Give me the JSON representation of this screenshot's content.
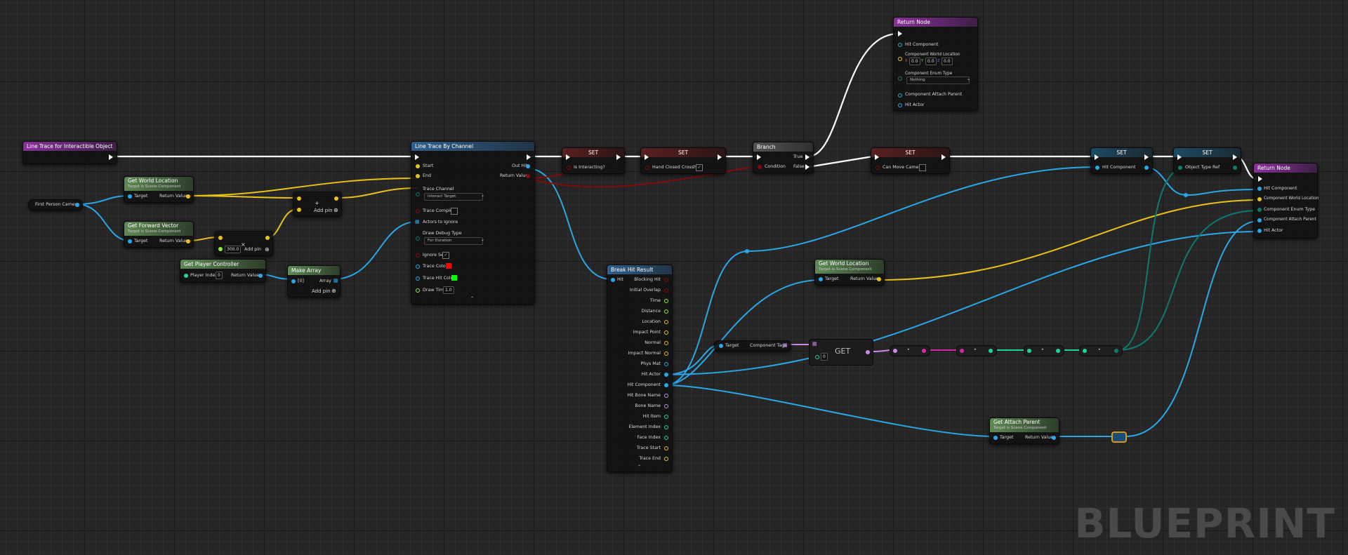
{
  "watermark": "BLUEPRINT",
  "colors": {
    "exec": "#ffffff",
    "object": "#2aa7e6",
    "vector": "#e8c21a",
    "bool": "#8a0a0a",
    "float": "#8df03a",
    "struct": "#2aa7e6",
    "name": "#c88ce8",
    "byte": "#0e7a6f",
    "int": "#21d39e"
  },
  "nodes": {
    "event": {
      "title": "Line Trace for Interactible Object"
    },
    "camera": {
      "label": "First Person Camera"
    },
    "getWorldLoc1": {
      "title": "Get World Location",
      "sub": "Target is Scene Component",
      "target": "Target",
      "ret": "Return Value"
    },
    "getFwd": {
      "title": "Get Forward Vector",
      "sub": "Target is Scene Component",
      "target": "Target",
      "ret": "Return Value"
    },
    "multiply": {
      "symbol": "×",
      "value": "300.0",
      "addpin": "Add pin"
    },
    "add": {
      "symbol": "+",
      "addpin": "Add pin"
    },
    "getPC": {
      "title": "Get Player Controller",
      "player_index": "Player Index",
      "player_index_val": "0",
      "ret": "Return Value"
    },
    "makeArray": {
      "title": "Make Array",
      "in0": "[0]",
      "array": "Array",
      "addpin": "Add pin"
    },
    "lineTrace": {
      "title": "Line Trace By Channel",
      "start": "Start",
      "end": "End",
      "outhit": "Out Hit",
      "ret": "Return Value",
      "trace_channel": "Trace Channel",
      "trace_channel_val": "Interact Target",
      "trace_complex": "Trace Complex",
      "actors_ignore": "Actors to Ignore",
      "draw_debug": "Draw Debug Type",
      "draw_debug_val": "For Duration",
      "ignore_self": "Ignore Self",
      "trace_color": "Trace Color",
      "trace_hit_color": "Trace Hit Color",
      "draw_time": "Draw Time",
      "draw_time_val": "1.0"
    },
    "set1": {
      "title": "SET",
      "var": "Is Interacting?"
    },
    "set2": {
      "title": "SET",
      "var": "Hand Closed Crosshair"
    },
    "branch": {
      "title": "Branch",
      "condition": "Condition",
      "true": "True",
      "false": "False"
    },
    "set3": {
      "title": "SET",
      "var": "Can Move Camera?"
    },
    "set4": {
      "title": "SET",
      "var": "Hit Component"
    },
    "set5": {
      "title": "SET",
      "var": "Object Type Ref"
    },
    "returnTop": {
      "title": "Return Node",
      "hit_comp": "Hit Component",
      "world_loc": "Component World Location",
      "x": "X",
      "xv": "0.0",
      "y": "Y",
      "yv": "0.0",
      "z": "Z",
      "zv": "0.0",
      "enum_type": "Component Enum Type",
      "enum_val": "Nothing",
      "attach": "Component Attach Parent",
      "hit_actor": "Hit Actor"
    },
    "returnRight": {
      "title": "Return Node",
      "hit_comp": "Hit Component",
      "world_loc": "Component World Location",
      "enum_type": "Component Enum Type",
      "attach": "Component Attach Parent",
      "hit_actor": "Hit Actor"
    },
    "breakHit": {
      "title": "Break Hit Result",
      "hit": "Hit",
      "pins": [
        "Blocking Hit",
        "Initial Overlap",
        "Time",
        "Distance",
        "Location",
        "Impact Point",
        "Normal",
        "Impact Normal",
        "Phys Mat",
        "Hit Actor",
        "Hit Component",
        "Hit Bone Name",
        "Bone Name",
        "Hit Item",
        "Element Index",
        "Face Index",
        "Trace Start",
        "Trace End"
      ]
    },
    "getWorldLoc2": {
      "title": "Get World Location",
      "sub": "Target is Scene Component",
      "target": "Target",
      "ret": "Return Value"
    },
    "compTags": {
      "target": "Target",
      "tags": "Component Tags"
    },
    "getArr": {
      "title": "GET",
      "index": "0"
    },
    "getAttach": {
      "title": "Get Attach Parent",
      "sub": "Target is Scene Component",
      "target": "Target",
      "ret": "Return Value"
    }
  }
}
